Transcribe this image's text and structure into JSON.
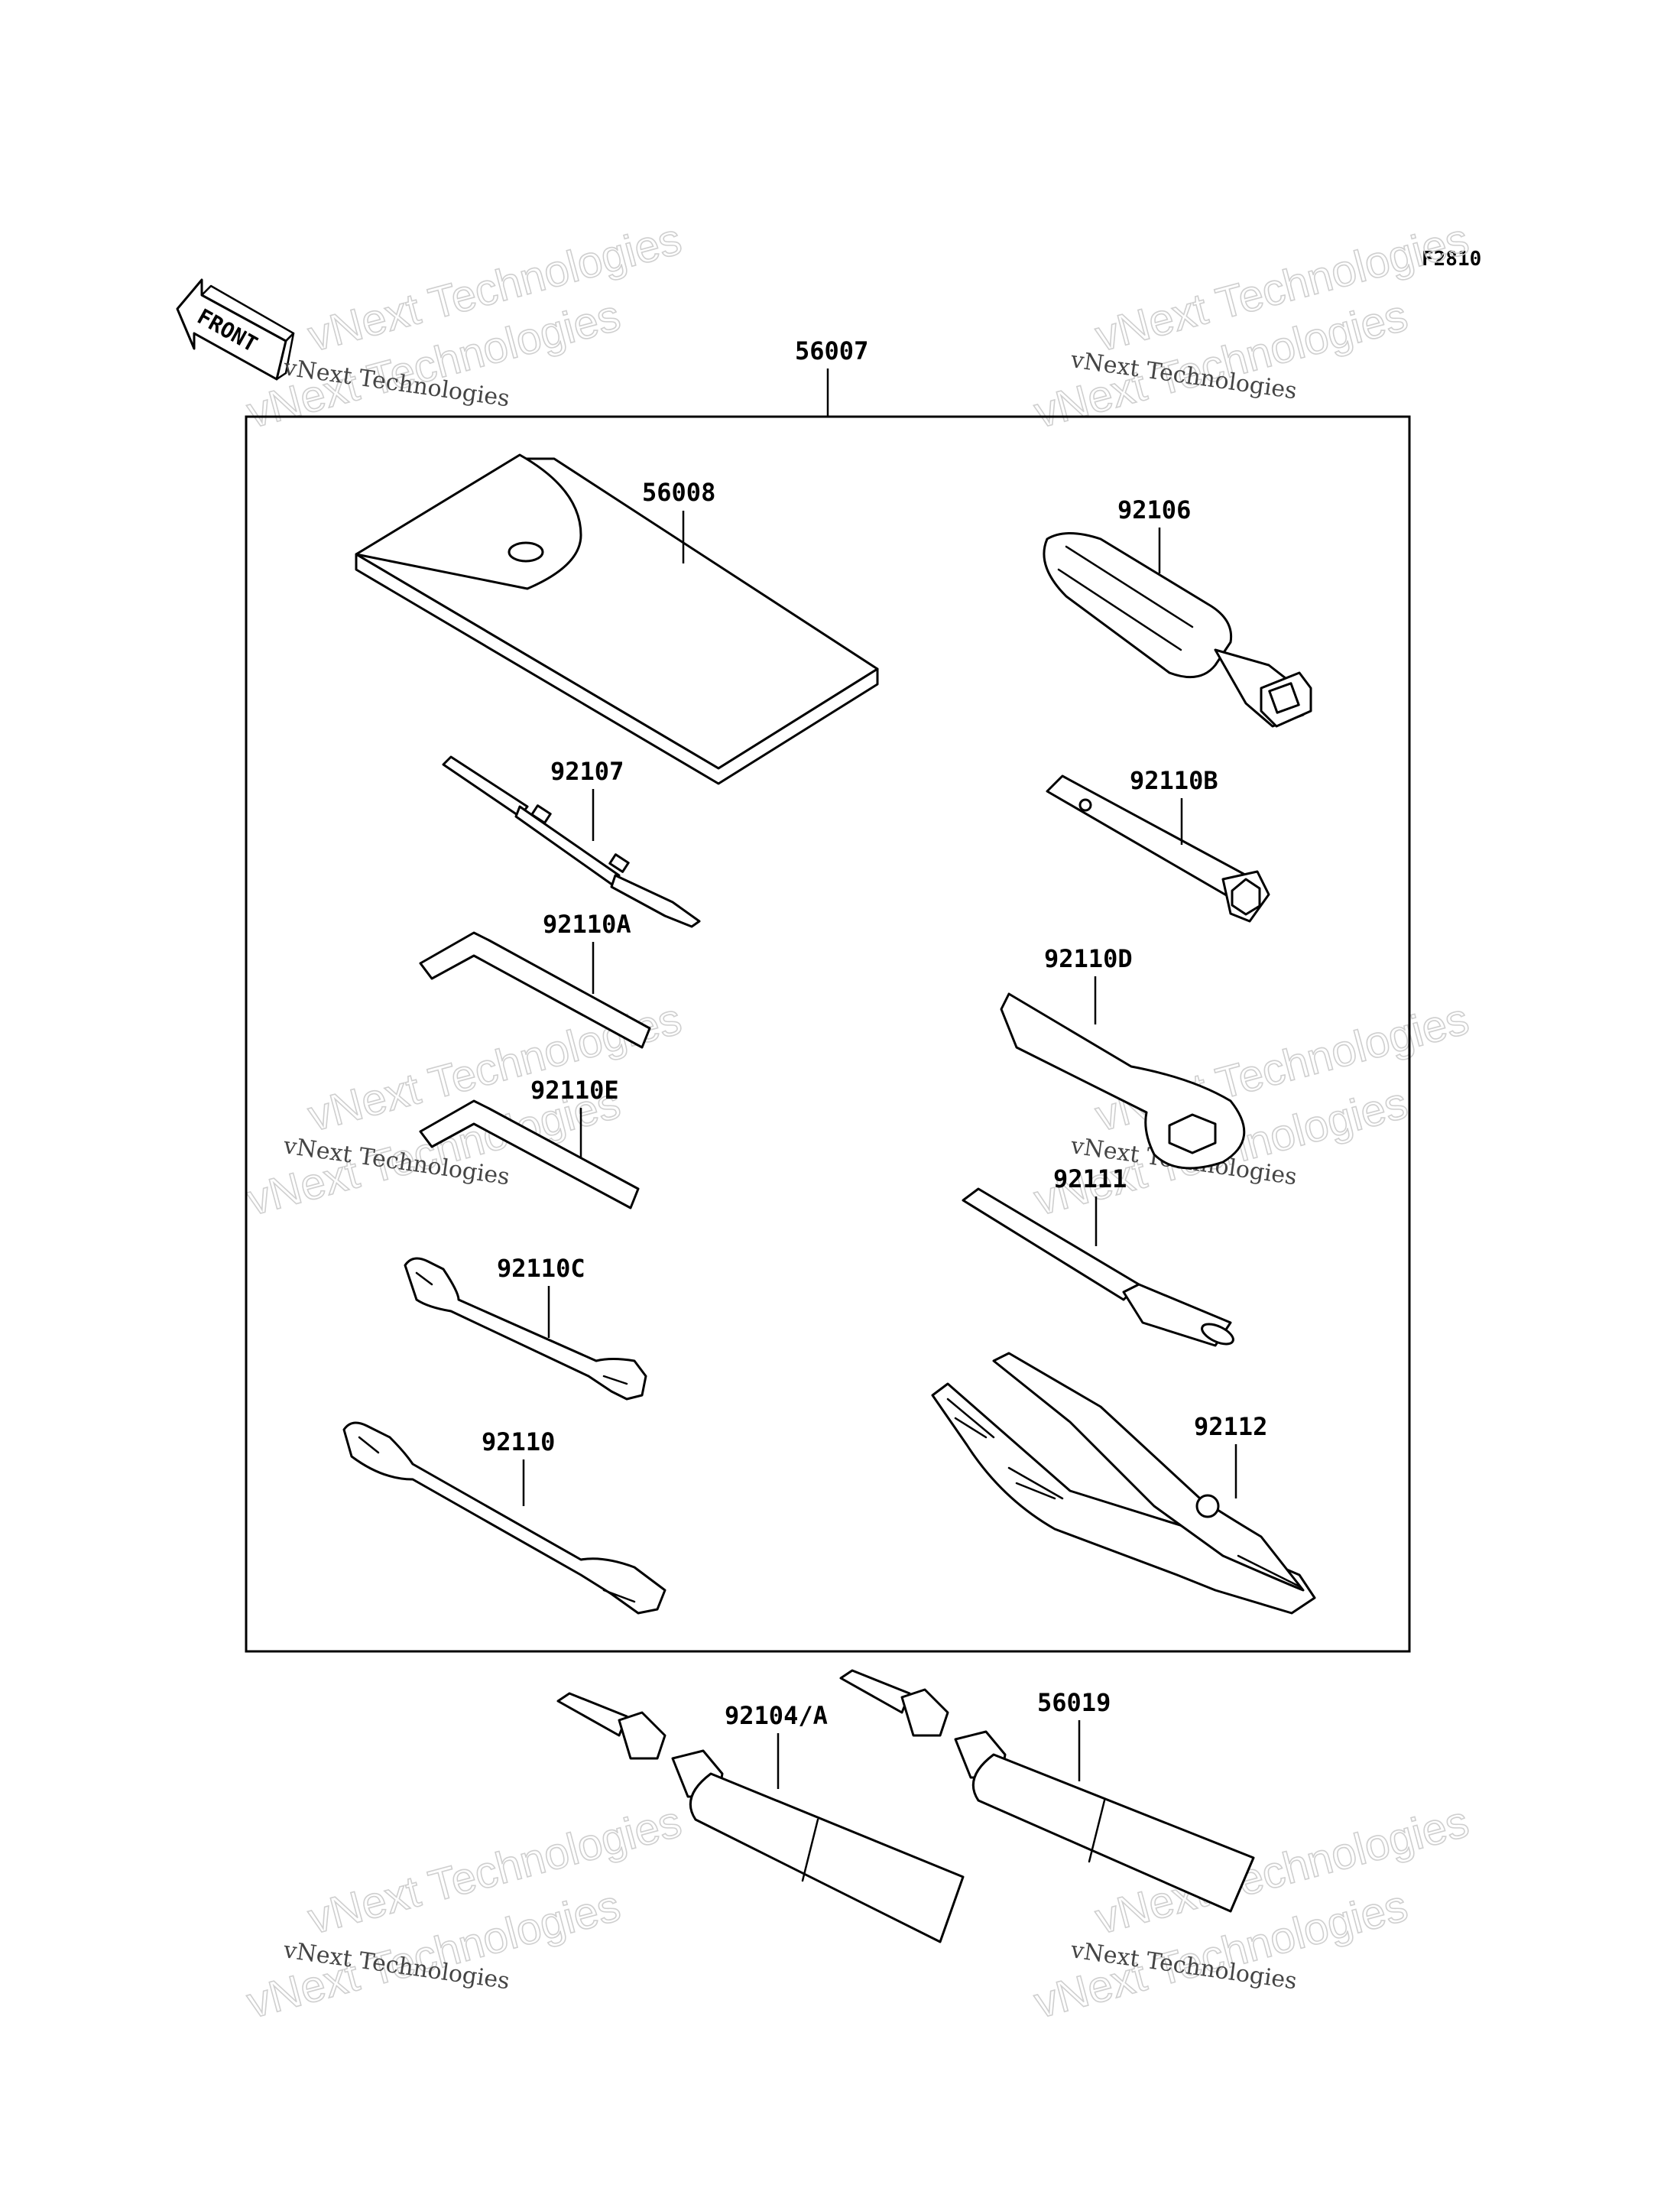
{
  "figure_id": "F2810",
  "front_arrow_label": "FRONT",
  "watermark": {
    "line1": "vNext Technologies",
    "line2": "vNext Technologies"
  },
  "parts": {
    "kit": "56007",
    "pouch": "56008",
    "driver_handle": "92106",
    "screwdriver_bit": "92107",
    "socket_wrench": "92110B",
    "hex_key_a": "92110A",
    "ring_wrench": "92110D",
    "hex_key_e": "92110E",
    "extension_bar": "92111",
    "wrench_c": "92110C",
    "pliers": "92112",
    "wrench": "92110",
    "grease_tube_a": "92104/A",
    "grease_tube_b": "56019"
  }
}
